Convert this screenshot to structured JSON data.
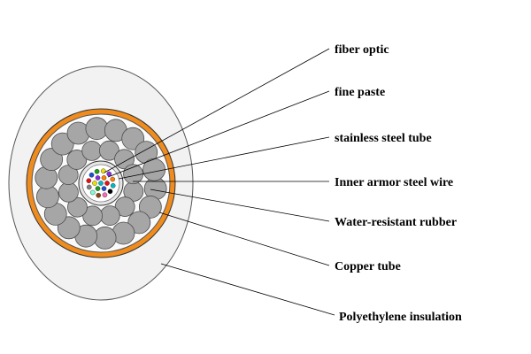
{
  "labels": {
    "fiber_optic": "fiber optic",
    "fine_paste": "fine paste",
    "stainless_steel_tube": "stainless steel tube",
    "inner_armor_steel_wire": "Inner armor steel wire",
    "water_resistant_rubber": "Water-resistant rubber",
    "copper_tube": "Copper tube",
    "polyethylene_insulation": "Polyethylene insulation"
  },
  "colors": {
    "outer_sheath": "#f2f2f2",
    "copper_tube": "#f08c1e",
    "armor_wire": "#a6a6a6",
    "fine_paste": "#ffffff",
    "fiber_colors": [
      "#e81010",
      "#1a4fd6",
      "#18a018",
      "#f0e000",
      "#8a2be2",
      "#ff7f00",
      "#00b8c8",
      "#000000",
      "#ff69b4",
      "#8b4513",
      "#7fffd4",
      "#808080"
    ]
  }
}
